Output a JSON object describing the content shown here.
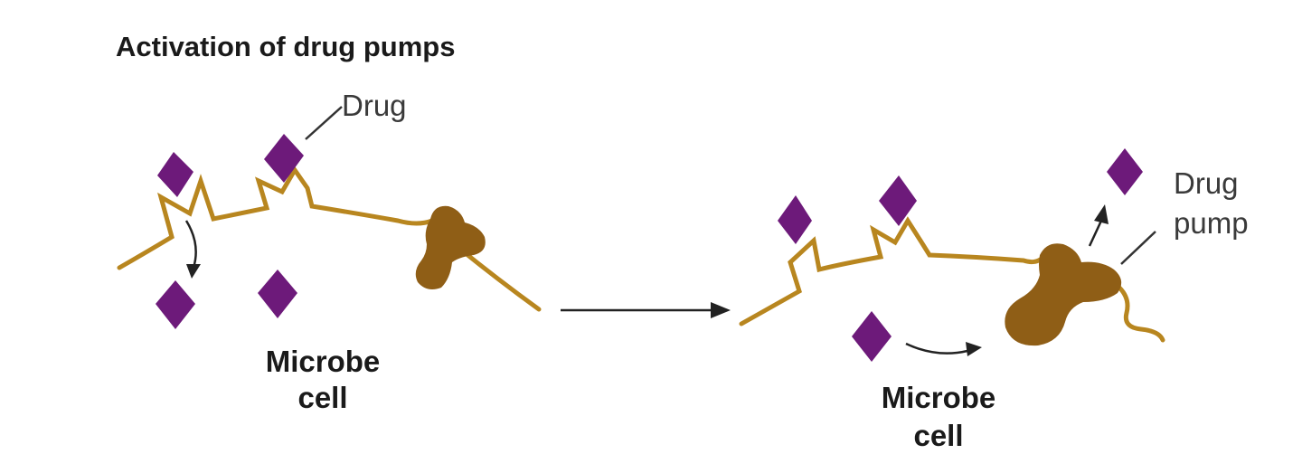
{
  "title": "Activation of drug pumps",
  "labels": {
    "drug": "Drug",
    "drug_pump_line1": "Drug",
    "drug_pump_line2": "pump",
    "microbe_left_line1": "Microbe",
    "microbe_left_line2": "cell",
    "microbe_right_line1": "Microbe",
    "microbe_right_line2": "cell"
  },
  "colors": {
    "drug": "#6d1a7a",
    "membrane": "#b8861f",
    "pump": "#8f5e16"
  }
}
